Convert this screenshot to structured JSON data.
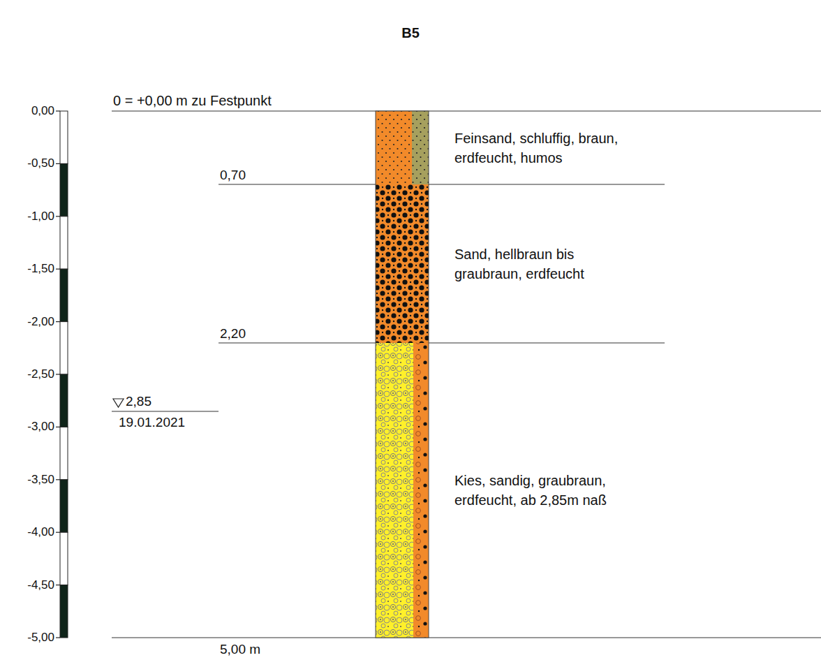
{
  "diagram": {
    "title": "B5",
    "nodes": [
      {
        "text": [
          "Feinsand, schluffig, braun, erdfeucht, humos"
        ]
      },
      {
        "text": [
          "Sand, hellbraun bis graubraun, erdfeucht"
        ]
      },
      {
        "text": [
          "Kies, sandig, graubraun, erdfeucht, ab 2,85m naß"
        ]
      }
    ],
    "labels": [
      "0,00",
      "-0,50",
      "-1,00",
      "-1,50",
      "-2,00",
      "-2,50",
      "-3,00",
      "-3,50",
      "-4,00",
      "-4,50",
      "-5,00",
      "0 = +0,00 m zu Festpunkt",
      "0,70",
      "2,20",
      "5,00 m",
      "2,85",
      "19.01.2021"
    ]
  }
}
